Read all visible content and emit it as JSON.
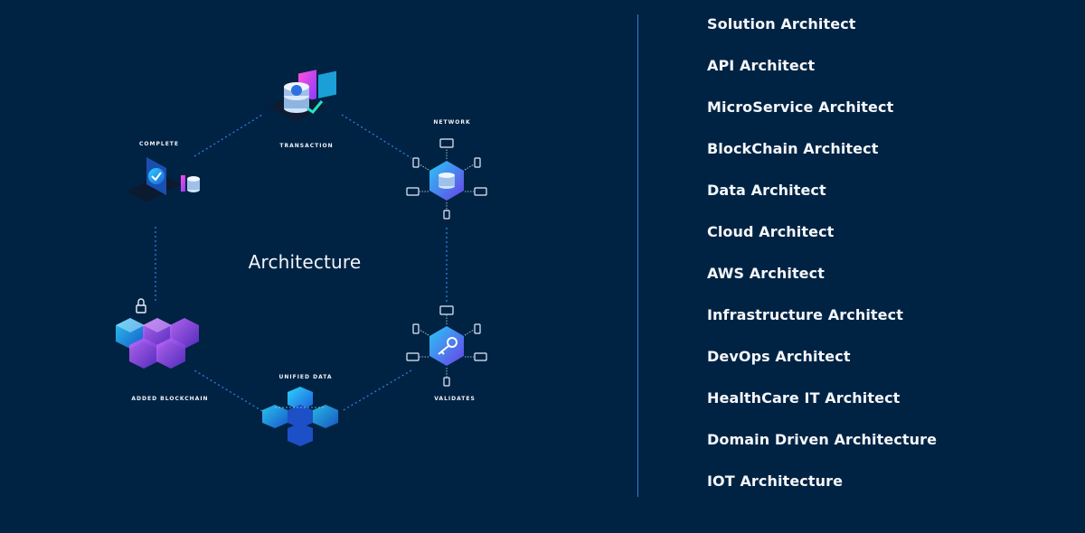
{
  "diagram": {
    "title": "Architecture",
    "nodes": {
      "transaction": {
        "label": "TRANSACTION",
        "icon": "database-server-icon"
      },
      "network": {
        "label": "NETWORK",
        "icon": "network-hub-icon"
      },
      "complete": {
        "label": "COMPLETE",
        "icon": "laptop-check-icon"
      },
      "added_blockchain": {
        "label": "ADDED BLOCKCHAIN",
        "icon": "blockchain-cubes-lock-icon"
      },
      "unified_data": {
        "label": "UNIFIED DATA",
        "icon": "data-cubes-icon"
      },
      "validates": {
        "label": "VALIDATES",
        "icon": "key-hub-icon"
      }
    },
    "colors": {
      "background": "#012343",
      "connector": "#2f7de0",
      "divider": "#3d7fc2",
      "hex_cyan": "#1fb6f0",
      "hex_purple": "#8b3fe6"
    }
  },
  "roles": [
    "Solution Architect",
    "API Architect",
    "MicroService Architect",
    "BlockChain Architect",
    "Data Architect",
    "Cloud Architect",
    "AWS Architect",
    "Infrastructure Architect",
    "DevOps Architect",
    "HealthCare IT Architect",
    "Domain Driven Architecture",
    "IOT Architecture"
  ]
}
